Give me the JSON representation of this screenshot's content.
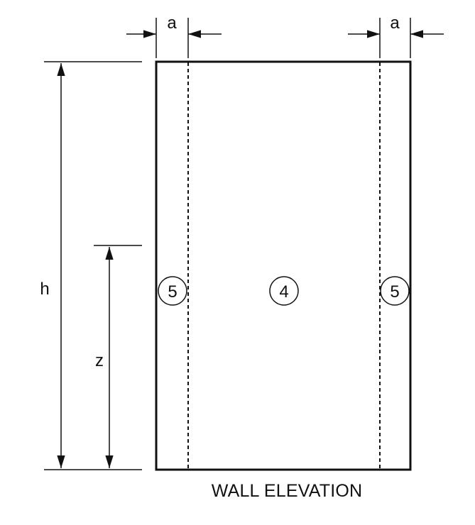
{
  "diagram": {
    "dimensions": {
      "a_left": "a",
      "a_right": "a",
      "h": "h",
      "z": "z"
    },
    "zones": {
      "left_edge": "5",
      "interior": "4",
      "right_edge": "5"
    },
    "caption": "WALL ELEVATION"
  }
}
